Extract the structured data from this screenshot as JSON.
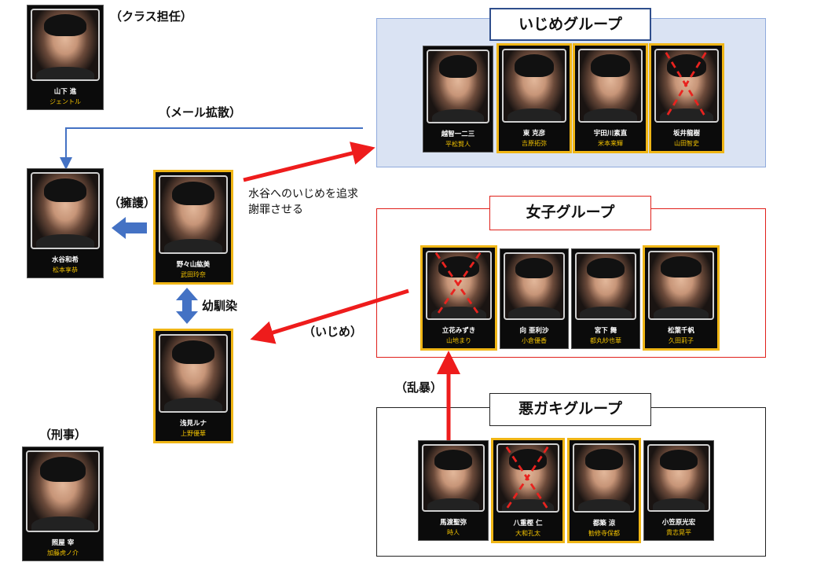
{
  "groups": {
    "bully": "いじめグループ",
    "girls": "女子グループ",
    "brats": "悪ガキグループ"
  },
  "labels": {
    "homeroom": "（クラス担任）",
    "detective": "（刑事）",
    "mail": "（メール拡散）",
    "protect": "（擁護）",
    "childhood": "幼馴染",
    "pursue_line1": "水谷へのいじめを追求",
    "pursue_line2": "謝罪させる",
    "ijime": "（いじめ）",
    "violence": "（乱暴）"
  },
  "characters": {
    "yamashita": {
      "name": "山下 進",
      "actor": "ジェントル"
    },
    "mizutani": {
      "name": "水谷和希",
      "actor": "松本享恭"
    },
    "nonoyama": {
      "name": "野々山紘美",
      "actor": "武田玲奈"
    },
    "asami": {
      "name": "浅見ルナ",
      "actor": "上野優華"
    },
    "teruya": {
      "name": "照屋 宰",
      "actor": "加藤虎ノ介"
    },
    "ochi": {
      "name": "越智一二三",
      "actor": "平松賢人"
    },
    "higashi": {
      "name": "東 克彦",
      "actor": "吉原拓弥"
    },
    "utagawa": {
      "name": "宇田川素直",
      "actor": "米本来輝"
    },
    "sakai": {
      "name": "坂井龍樹",
      "actor": "山田智史"
    },
    "tachibana": {
      "name": "立花みずき",
      "actor": "山地まり"
    },
    "mukai": {
      "name": "向 亜利沙",
      "actor": "小倉優香"
    },
    "miyashita": {
      "name": "宮下 舞",
      "actor": "都丸紗也華"
    },
    "matsuba": {
      "name": "松葉千帆",
      "actor": "久田莉子"
    },
    "mawatari": {
      "name": "馬渡聖弥",
      "actor": "時人"
    },
    "yaeyama": {
      "name": "八重樫 仁",
      "actor": "大和孔太"
    },
    "tsuzuki": {
      "name": "都築 涼",
      "actor": "勧修寺保都"
    },
    "ogasawara": {
      "name": "小笠原光宏",
      "actor": "貴志晃平"
    }
  },
  "colors": {
    "red_arrow": "#ee1c1c",
    "blue_arrow": "#4472c4",
    "highlight_border": "#f0b616",
    "x_mark": "#e8231f"
  }
}
